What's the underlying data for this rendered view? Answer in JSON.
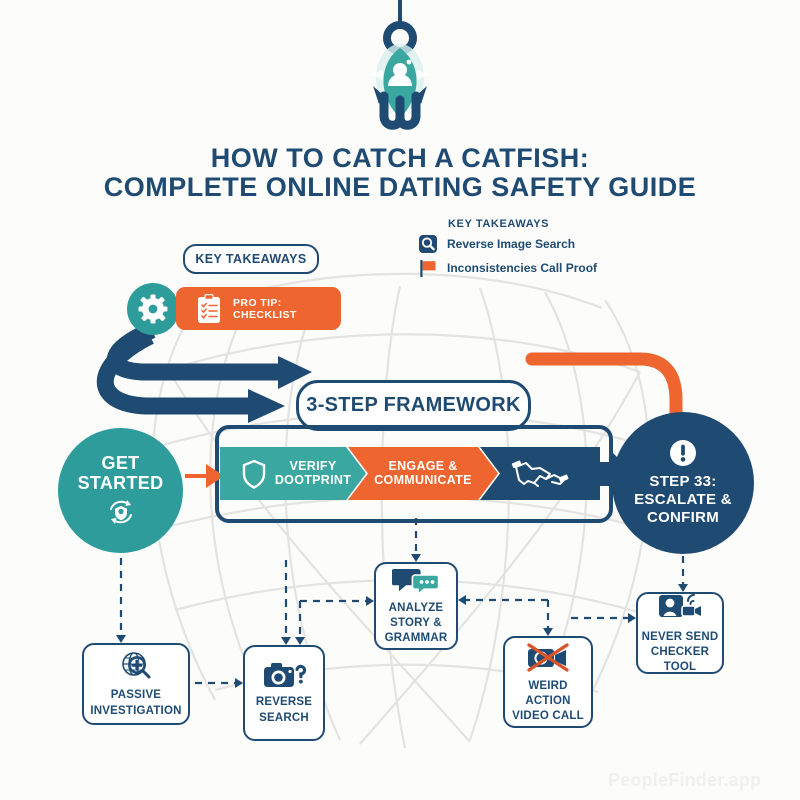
{
  "meta": {
    "background_color": "#fcfcfb",
    "navy": "#1f4b73",
    "teal": "#2f9c9c",
    "teal_light": "#3aa8a0",
    "orange": "#ee6530",
    "watermark": "PeopleFinder.app"
  },
  "header": {
    "logo_icon": "fish-hook-icon",
    "title_line1": "HOW TO CATCH A CATFISH:",
    "title_line2": "COMPLETE ONLINE DATING SAFETY GUIDE"
  },
  "legend": {
    "title": "KEY TAKEAWAYS",
    "items": [
      {
        "icon": "magnifier-icon",
        "label": "Reverse Image Search",
        "color": "#1f4b73"
      },
      {
        "icon": "flag-icon",
        "label": "Inconsistencies Call Proof",
        "color": "#ee6530"
      }
    ]
  },
  "key_takeaways_pill": {
    "label": "KEY TAKEAWAYS"
  },
  "pro_tip": {
    "icon": "clipboard-checklist-icon",
    "label": "PRO TIP: CHECKLIST",
    "gear_icon": "gear-icon"
  },
  "framework": {
    "label": "3-STEP FRAMEWORK",
    "steps": [
      {
        "icon": "shield-icon",
        "line1": "VERIFY",
        "line2": "DOOTPRINT",
        "color": "#3aa8a0"
      },
      {
        "icon": "",
        "line1": "ENGAGE &",
        "line2": "COMMUNICATE",
        "color": "#ee6530"
      },
      {
        "icon": "handshake-icon",
        "line1": "",
        "line2": "",
        "color": "#1f4b73"
      }
    ]
  },
  "start_node": {
    "line1": "GET",
    "line2": "STARTED",
    "icon": "refresh-shield-icon",
    "color": "#2f9c9c"
  },
  "end_node": {
    "icon": "exclamation-circle-icon",
    "line1": "STEP 33:",
    "line2": "ESCALATE &",
    "line3": "CONFIRM",
    "color": "#1f4b73"
  },
  "nodes": [
    {
      "id": "passive",
      "icon": "globe-magnifier-icon",
      "line1": "PASSIVE",
      "line2": "INVESTIGATION",
      "line3": ""
    },
    {
      "id": "reverse",
      "icon": "camera-question-icon",
      "line1": "REVERSE",
      "line2": "SEARCH",
      "line3": ""
    },
    {
      "id": "analyze",
      "icon": "speech-bubbles-icon",
      "line1": "ANALYZE",
      "line2": "STORY &",
      "line3": "GRAMMAR"
    },
    {
      "id": "weird",
      "icon": "no-video-call-icon",
      "line1": "WEIRD ACTION",
      "line2": "VIDEO CALL",
      "line3": ""
    },
    {
      "id": "never",
      "icon": "person-video-icon",
      "line1": "NEVER SEND",
      "line2": "CHECKER TOOL",
      "line3": ""
    }
  ]
}
